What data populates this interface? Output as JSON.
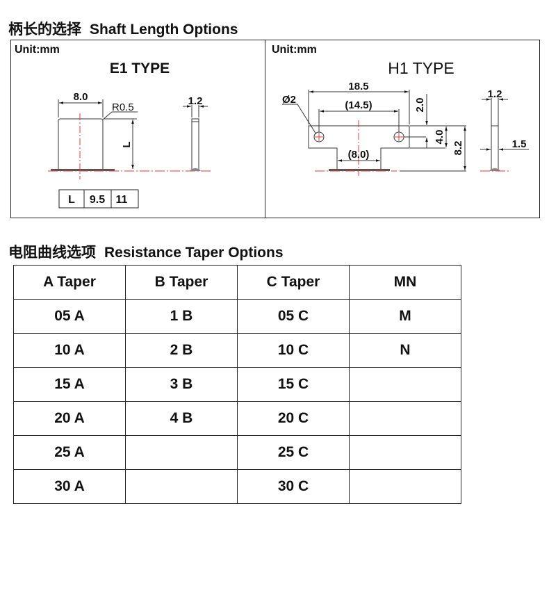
{
  "shaft_section": {
    "title_cn": "柄长的选择",
    "title_en": "Shaft Length Options",
    "e1": {
      "unit": "Unit:mm",
      "type": "E1 TYPE",
      "width_dim": "8.0",
      "radius_dim": "R0.5",
      "length_dim": "L",
      "thickness_dim": "1.2",
      "length_table": [
        "L",
        "9.5",
        "11"
      ]
    },
    "h1": {
      "unit": "Unit:mm",
      "type": "H1 TYPE",
      "overall_width_dim": "18.5",
      "hole_spacing_dim": "(14.5)",
      "hole_dia_dim": "Ø2",
      "top_offset_dim": "2.0",
      "plate_height_dim": "4.0",
      "total_height_dim": "8.2",
      "tab_width_dim": "(8.0)",
      "thickness_dim": "1.2",
      "side_dim": "1.5"
    }
  },
  "taper_section": {
    "title_cn": "电阻曲线选项",
    "title_en": "Resistance Taper Options",
    "headers": [
      "A Taper",
      "B Taper",
      "C Taper",
      "MN"
    ],
    "rows": [
      [
        "05 A",
        "1 B",
        "05 C",
        "M"
      ],
      [
        "10 A",
        "2 B",
        "10 C",
        "N"
      ],
      [
        "15 A",
        "3 B",
        "15 C",
        ""
      ],
      [
        "20 A",
        "4 B",
        "20 C",
        ""
      ],
      [
        "25 A",
        "",
        "25 C",
        ""
      ],
      [
        "30 A",
        "",
        "30 C",
        ""
      ]
    ]
  }
}
